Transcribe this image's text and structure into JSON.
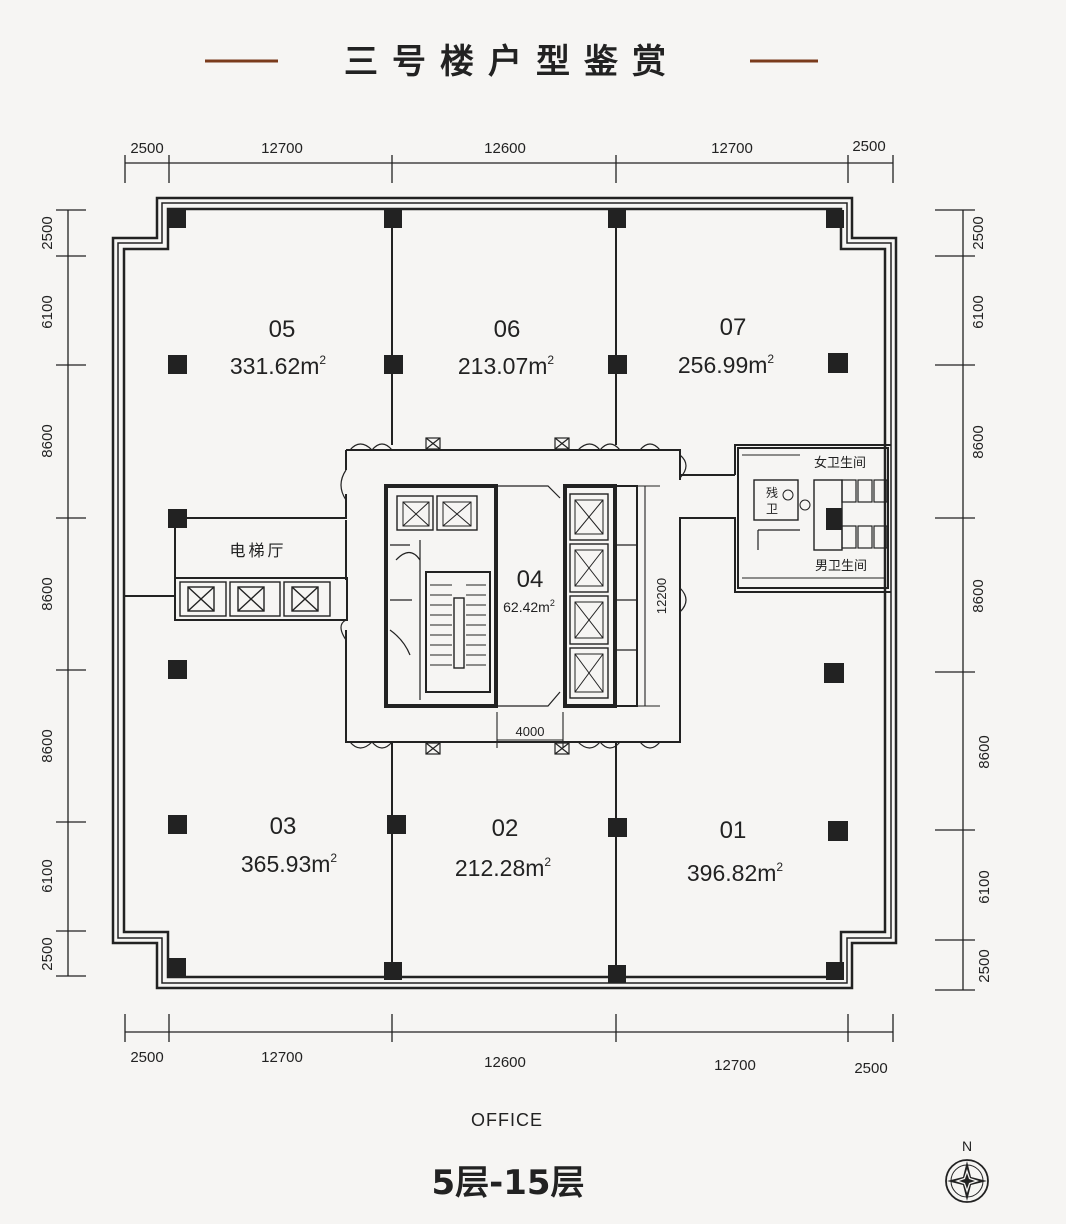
{
  "header": {
    "title": "三号楼户型鉴赏"
  },
  "dimensions": {
    "top": [
      "2500",
      "12700",
      "12600",
      "12700",
      "2500"
    ],
    "bottom": [
      "2500",
      "12700",
      "12600",
      "12700",
      "2500"
    ],
    "left": [
      "2500",
      "6100",
      "8600",
      "8600",
      "8600",
      "6100",
      "2500"
    ],
    "right": [
      "2500",
      "6100",
      "8600",
      "8600",
      "8600",
      "6100",
      "2500"
    ],
    "core_width": "4000",
    "core_height": "12200"
  },
  "units": [
    {
      "id": "05",
      "area": "331.62m",
      "sup": "2"
    },
    {
      "id": "06",
      "area": "213.07m",
      "sup": "2"
    },
    {
      "id": "07",
      "area": "256.99m",
      "sup": "2"
    },
    {
      "id": "04",
      "area": "62.42m",
      "sup": "2"
    },
    {
      "id": "03",
      "area": "365.93m",
      "sup": "2"
    },
    {
      "id": "02",
      "area": "212.28m",
      "sup": "2"
    },
    {
      "id": "01",
      "area": "396.82m",
      "sup": "2"
    }
  ],
  "labels": {
    "elevator_hall": "电梯厅",
    "womens_restroom": "女卫生间",
    "mens_restroom": "男卫生间",
    "accessible_1": "残",
    "accessible_2": "卫",
    "usage": "OFFICE",
    "floors": "5层-15层",
    "north": "N"
  }
}
